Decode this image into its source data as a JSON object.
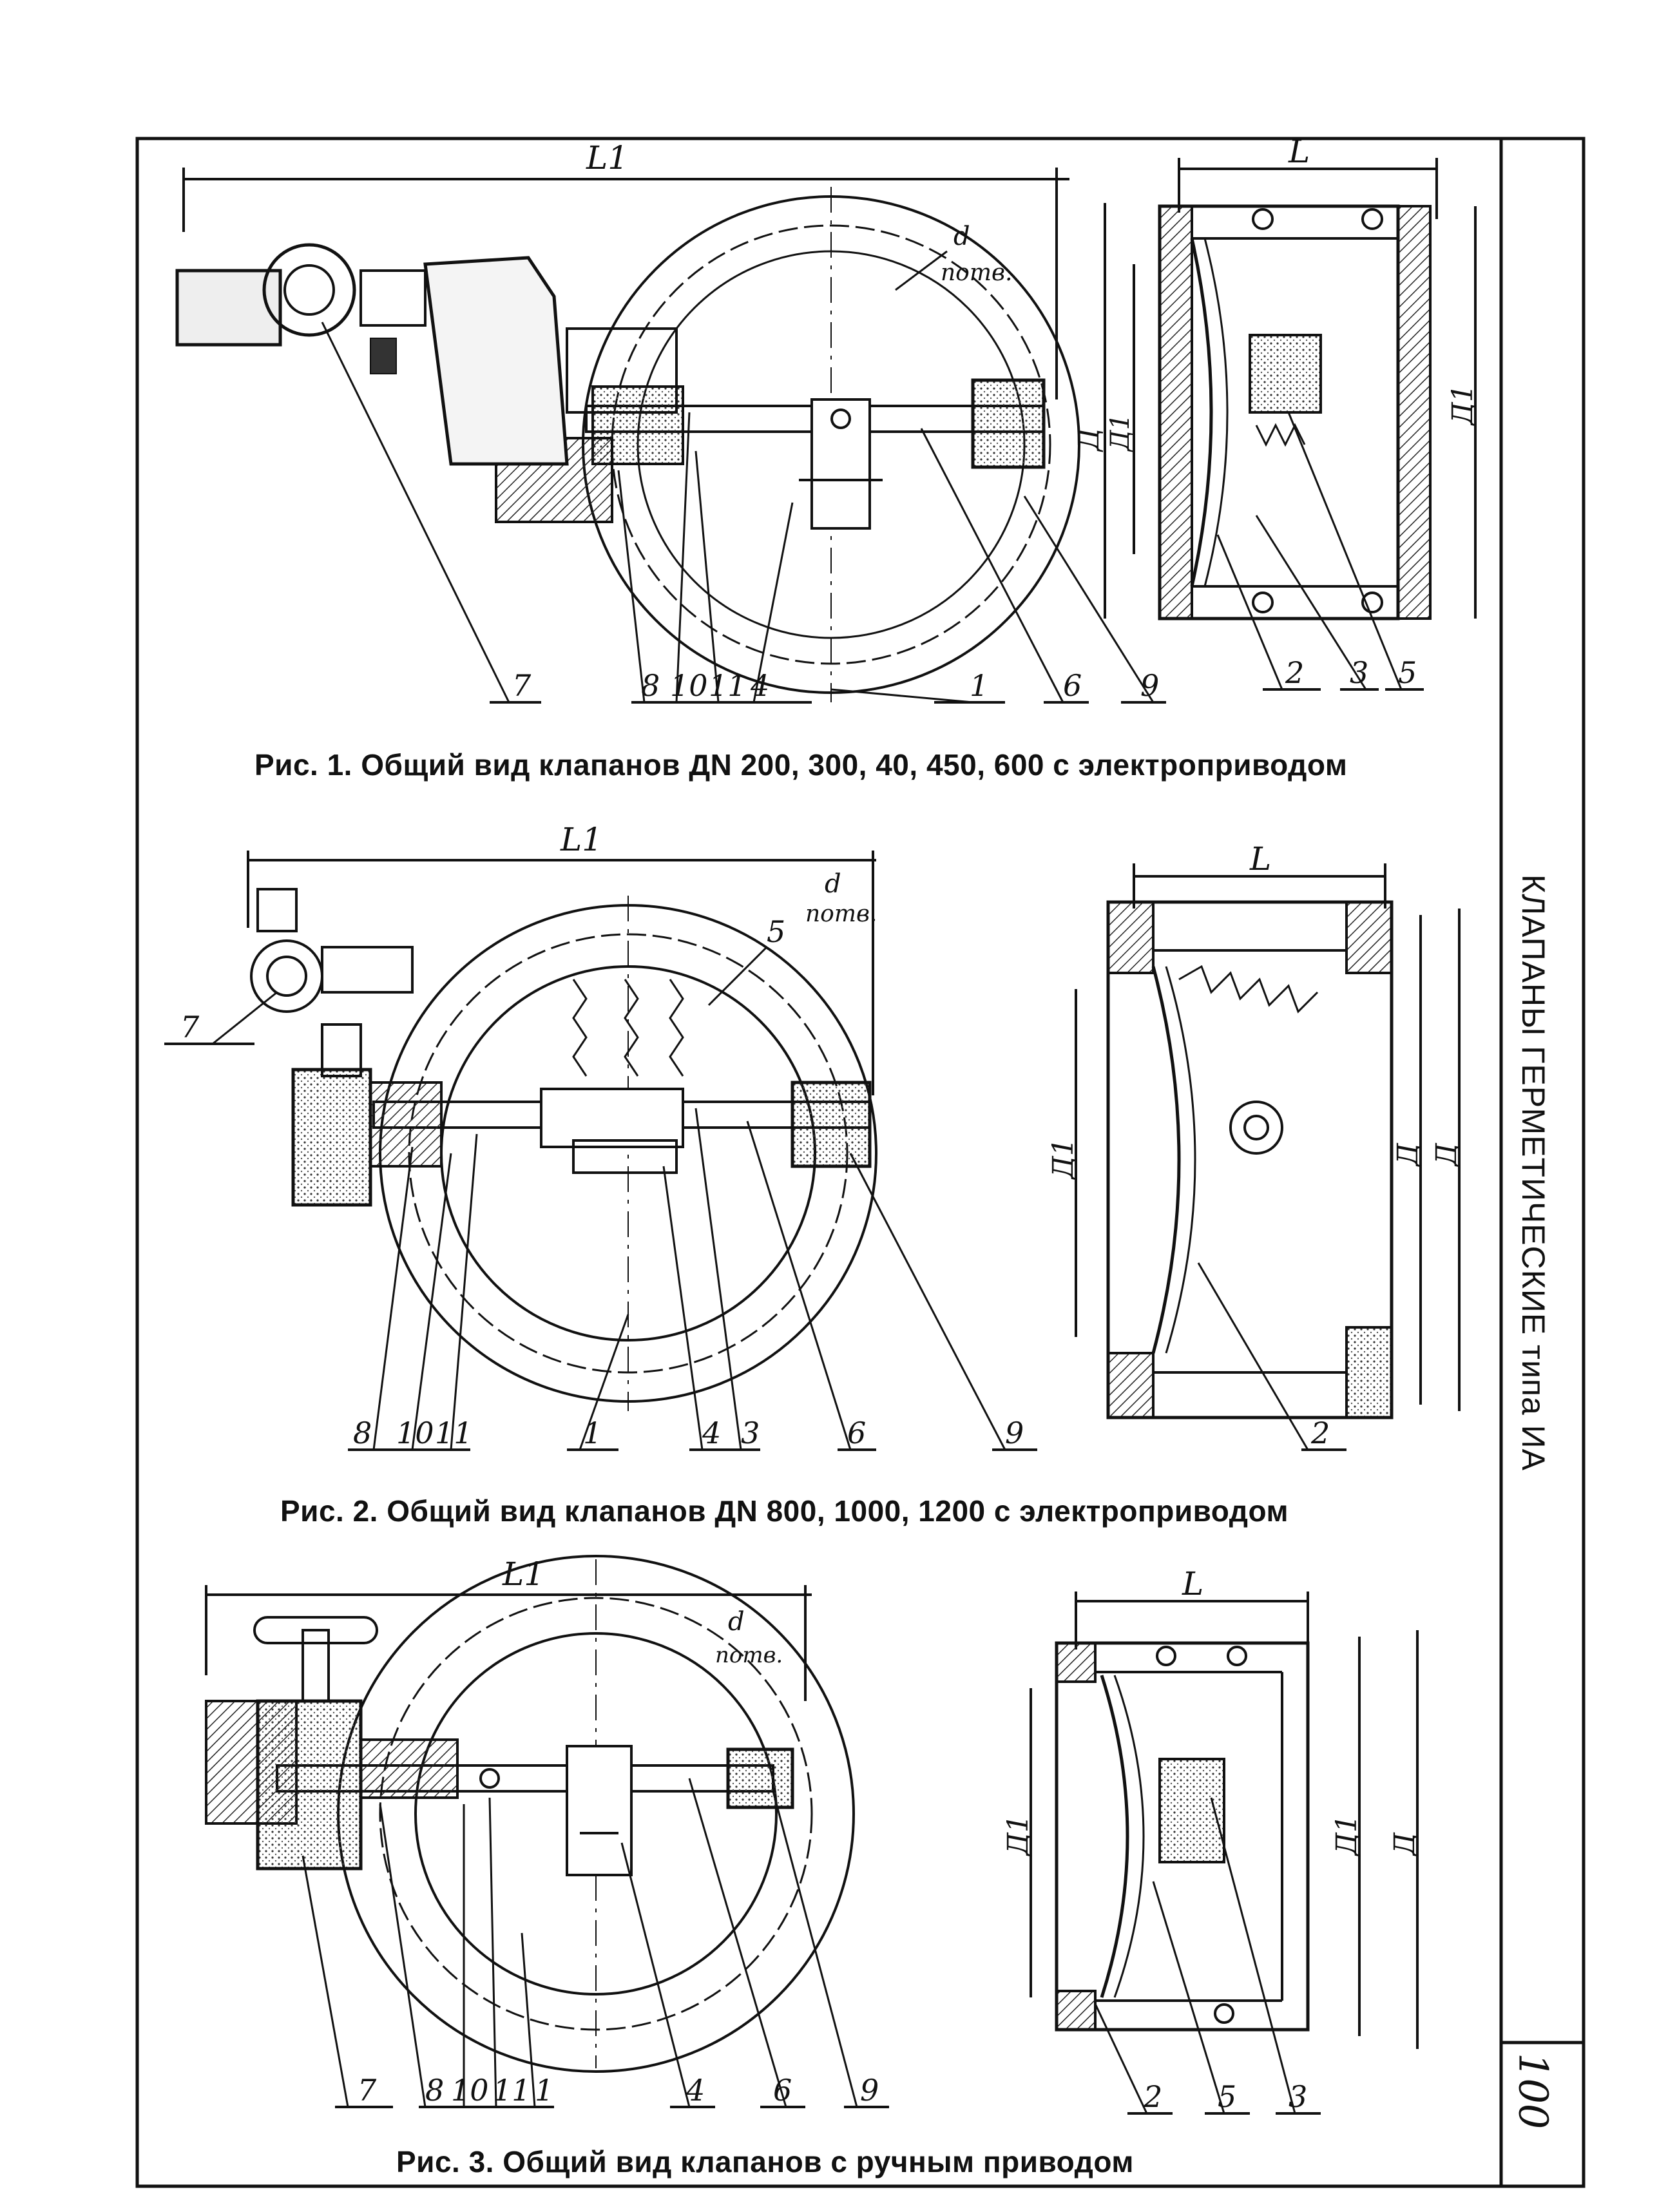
{
  "side_title": "КЛАПАНЫ ГЕРМЕТИЧЕСКИЕ типа ИА",
  "page_number": "100",
  "figures": [
    {
      "caption": "Рис. 1. Общий вид клапанов ДN 200, 300, 40, 450, 600 с электроприводом",
      "dim_overall_length": "L1",
      "dim_length": "L",
      "dim_holes": "d",
      "dim_holes_unit": "потв.",
      "dim_diameters": [
        "Д",
        "Д1",
        "Д1"
      ],
      "main_view_labels": [
        "7",
        "8",
        "10",
        "11",
        "4",
        "1",
        "6",
        "9"
      ],
      "section_labels": [
        "2",
        "3",
        "5"
      ]
    },
    {
      "caption": "Рис. 2. Общий вид клапанов ДN 800, 1000, 1200 с электроприводом",
      "dim_overall_length": "L1",
      "dim_length": "L",
      "dim_holes": "d",
      "dim_holes_unit": "потв.",
      "dim_diameters": [
        "Д1",
        "Д",
        "Д"
      ],
      "main_view_labels": [
        "7",
        "5",
        "8",
        "10",
        "11",
        "1",
        "4",
        "3",
        "6",
        "9"
      ],
      "section_labels": [
        "2"
      ]
    },
    {
      "caption": "Рис. 3. Общий вид клапанов с ручным приводом",
      "dim_overall_length": "L1",
      "dim_length": "L",
      "dim_holes": "d",
      "dim_holes_unit": "потв.",
      "dim_diameters": [
        "Д1",
        "Д1",
        "Д"
      ],
      "main_view_labels": [
        "7",
        "8",
        "10",
        "11",
        "1",
        "4",
        "6",
        "9"
      ],
      "section_labels": [
        "2",
        "5",
        "3"
      ]
    }
  ]
}
